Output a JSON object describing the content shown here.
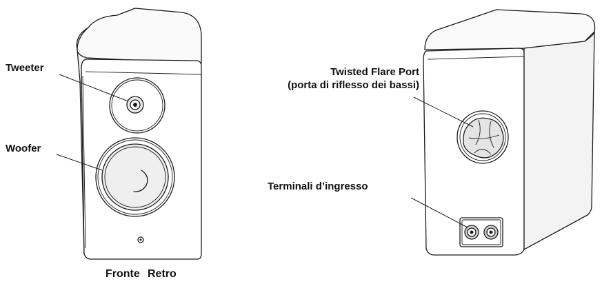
{
  "labels": {
    "tweeter": "Tweeter",
    "woofer": "Woofer",
    "port_line1": "Twisted Flare Port",
    "port_line2": "(porta di riflesso dei bassi)",
    "terminals": "Terminali d’ingresso",
    "caption_front": "Fronte",
    "caption_back": "Retro"
  },
  "colors": {
    "line": "#1a1a1a",
    "background": "#ffffff"
  }
}
